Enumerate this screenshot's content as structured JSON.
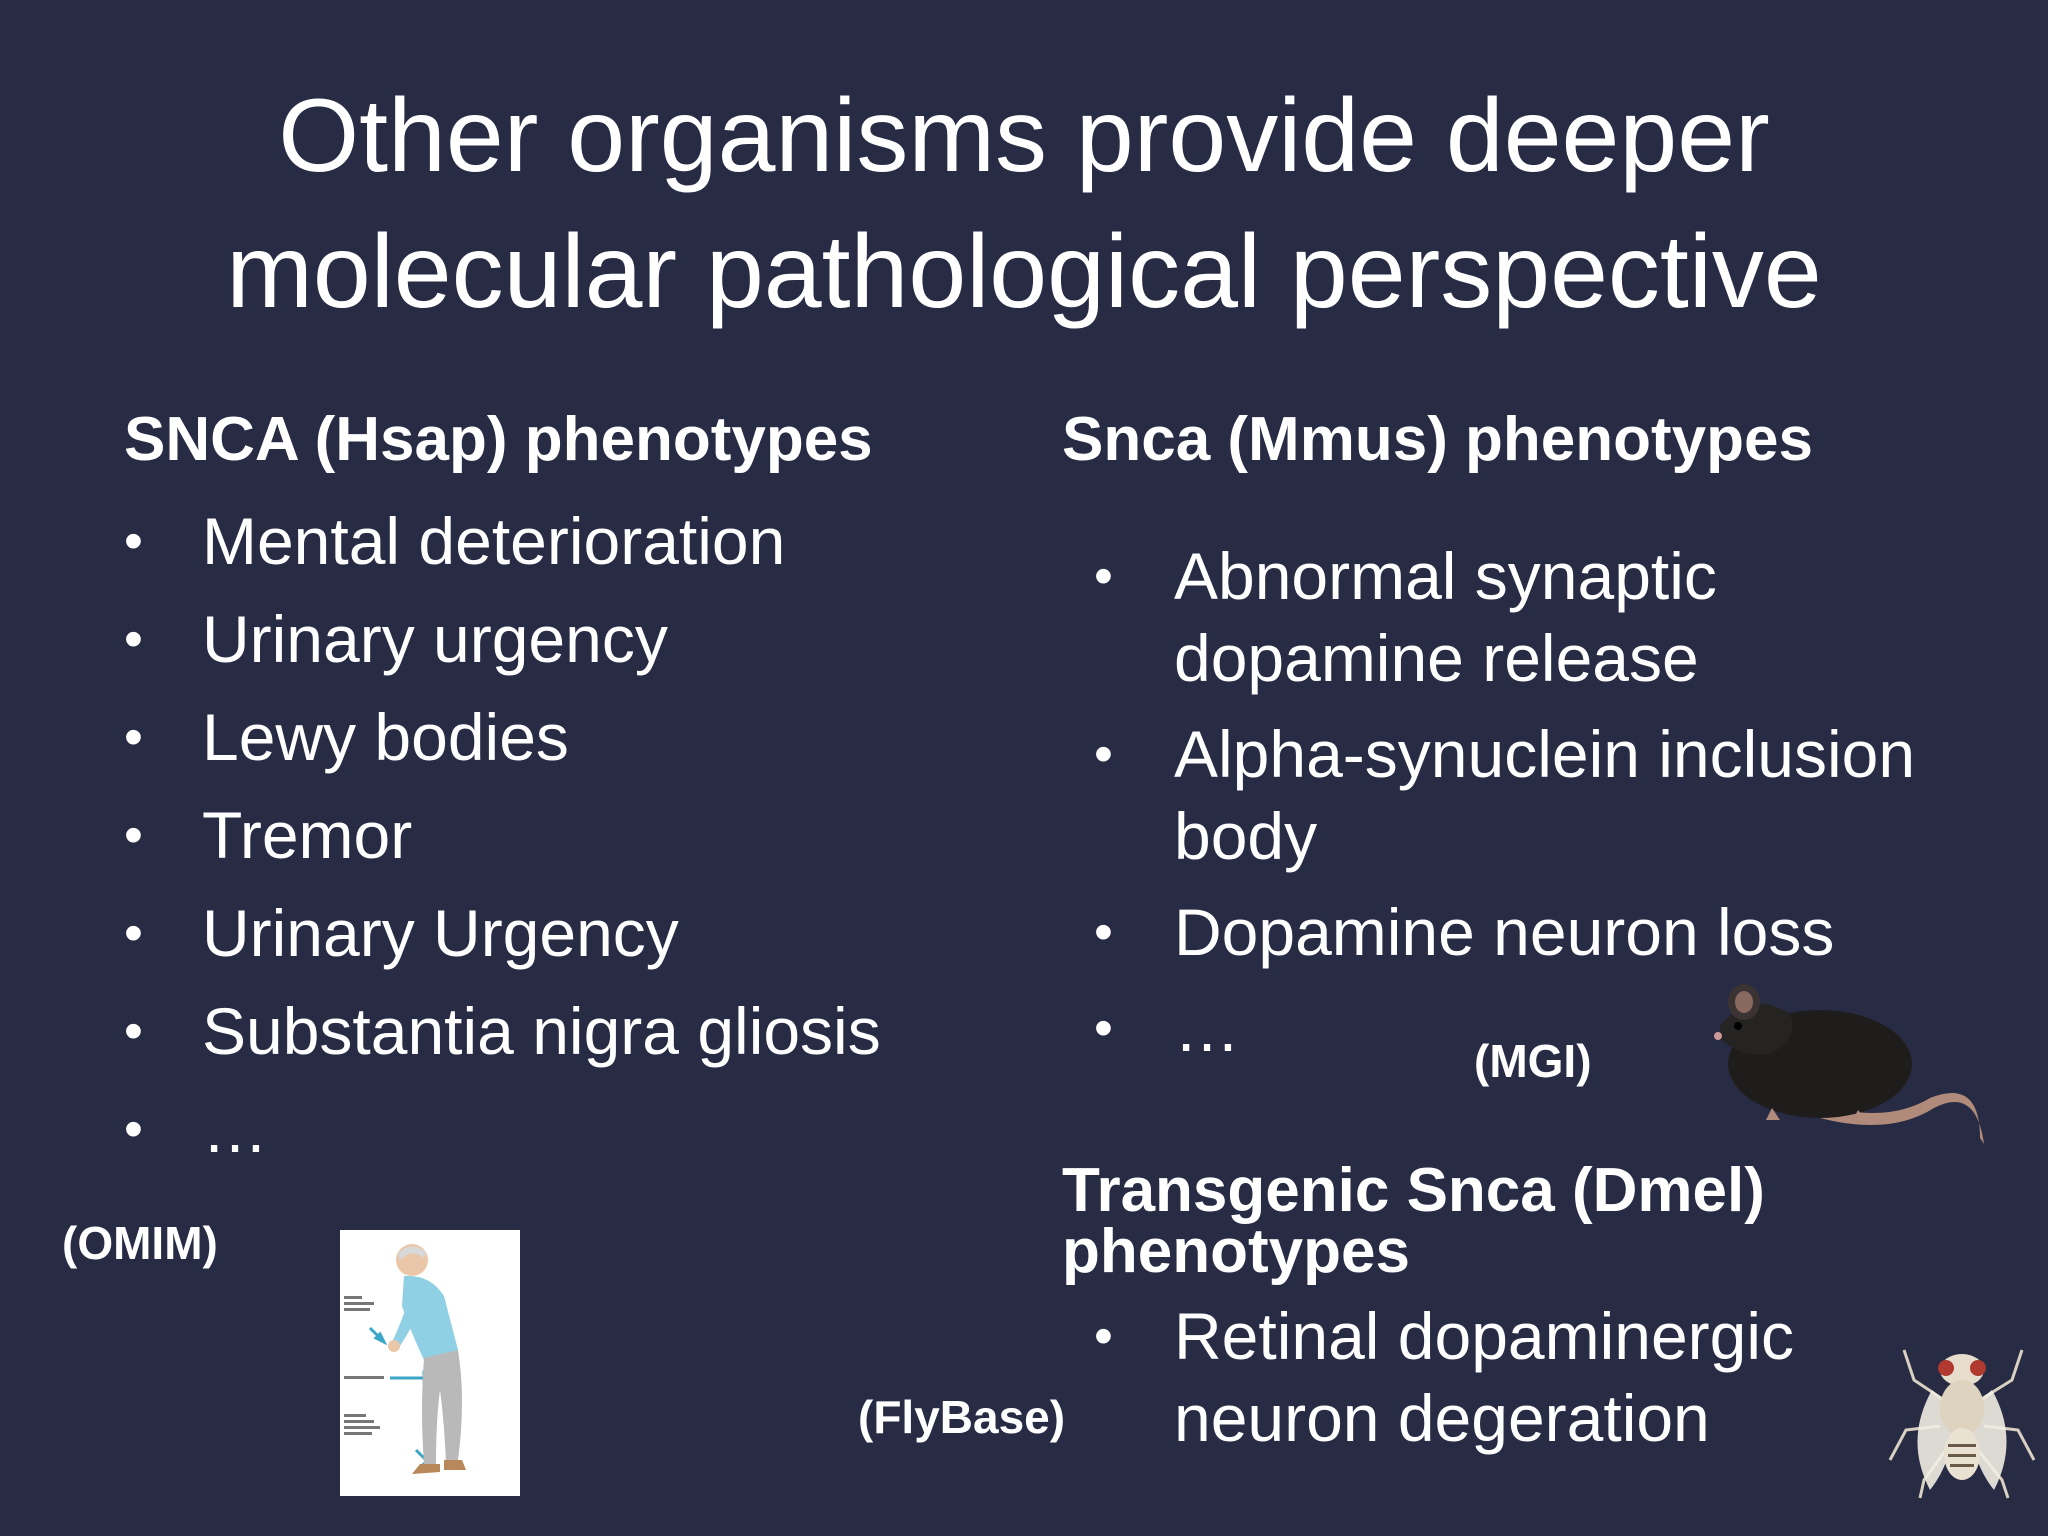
{
  "title": {
    "line1": "Other organisms provide deeper",
    "line2": "molecular pathological perspective"
  },
  "left_column": {
    "heading": "SNCA (Hsap) phenotypes",
    "bullets": [
      "Mental deterioration",
      "Urinary urgency",
      "Lewy bodies",
      "Tremor",
      "Urinary Urgency",
      "Substantia nigra gliosis",
      "…"
    ],
    "source": "(OMIM)"
  },
  "right_column": {
    "heading": "Snca (Mmus) phenotypes",
    "bullets": [
      {
        "line1": "Abnormal synaptic",
        "line2": "dopamine release"
      },
      {
        "line1": "Alpha-synuclein inclusion",
        "line2": "body"
      },
      {
        "line1": "Dopamine neuron loss",
        "line2": ""
      },
      {
        "line1": "…",
        "line2": ""
      }
    ],
    "source": "(MGI)"
  },
  "dmel_section": {
    "heading_line1": "Transgenic Snca (Dmel)",
    "heading_line2": "phenotypes",
    "bullets": [
      {
        "line1": "Retinal dopaminergic",
        "line2": "neuron degeration"
      }
    ],
    "source": "(FlyBase)"
  },
  "bullet_glyph": "•",
  "icons": [
    "elderly-patient-illustration",
    "mouse-illustration",
    "fruit-fly-illustration"
  ],
  "colors": {
    "background": "#272b44",
    "text": "#ffffff"
  }
}
